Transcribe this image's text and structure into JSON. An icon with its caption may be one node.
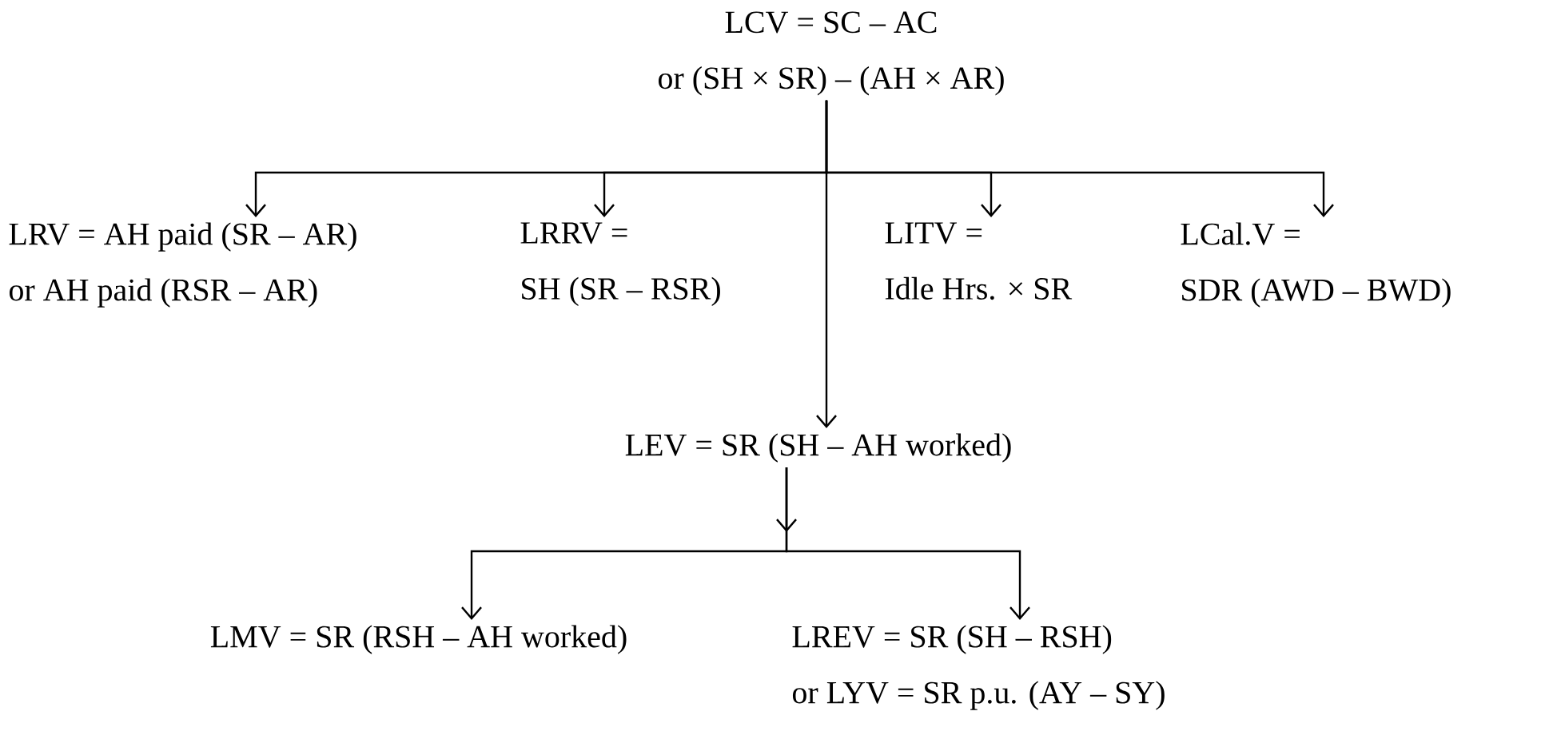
{
  "diagram": {
    "nodes": [
      {
        "text": [
          "LCV = SC – AC",
          "or (SH × SR) – (AH × AR)"
        ]
      },
      {
        "text": [
          "LRV = AH paid (SR – AR)",
          "or AH paid (RSR – AR)"
        ]
      },
      {
        "text": [
          "LRRV =",
          "SH (SR – RSR)"
        ]
      },
      {
        "text": [
          "LITV =",
          "Idle Hrs. × SR"
        ]
      },
      {
        "text": [
          "LCal.V =",
          "SDR (AWD – BWD)"
        ]
      },
      {
        "text": [
          "LEV = SR (SH – AH worked)"
        ]
      },
      {
        "text": [
          "LMV = SR (RSH – AH worked)"
        ]
      },
      {
        "text": [
          "LREV = SR (SH – RSH)",
          "or LYV = SR p.u. (AY – SY)"
        ]
      }
    ],
    "edges": [
      {
        "from": 0,
        "to": 1,
        "arrow": "to"
      },
      {
        "from": 0,
        "to": 2,
        "arrow": "to"
      },
      {
        "from": 0,
        "to": 3,
        "arrow": "to"
      },
      {
        "from": 0,
        "to": 4,
        "arrow": "to"
      },
      {
        "from": 0,
        "to": 5,
        "arrow": "to"
      },
      {
        "from": 5,
        "to": 6,
        "arrow": "to"
      },
      {
        "from": 5,
        "to": 7,
        "arrow": "to"
      }
    ]
  }
}
